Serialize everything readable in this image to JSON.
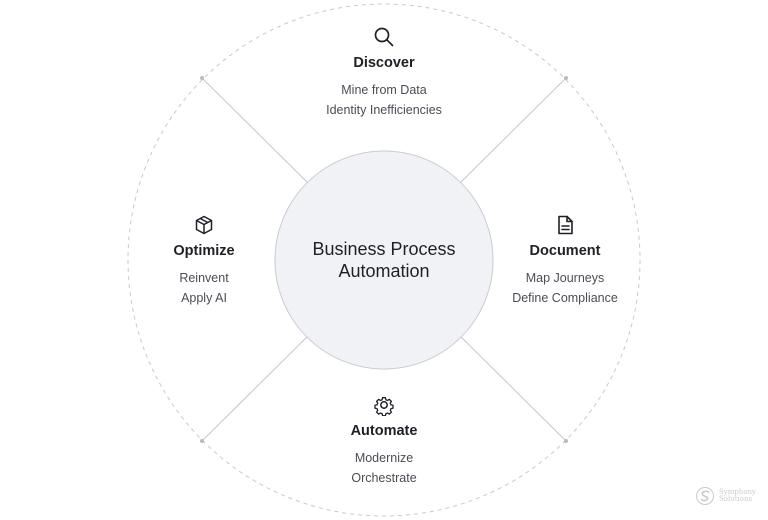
{
  "center": {
    "line1": "Business Process",
    "line2": "Automation"
  },
  "sections": {
    "discover": {
      "icon": "search-icon",
      "title": "Discover",
      "items": [
        "Mine from Data",
        "Identity Inefficiencies"
      ]
    },
    "document": {
      "icon": "document-icon",
      "title": "Document",
      "items": [
        "Map Journeys",
        "Define Compliance"
      ]
    },
    "automate": {
      "icon": "gear-icon",
      "title": "Automate",
      "items": [
        "Modernize",
        "Orchestrate"
      ]
    },
    "optimize": {
      "icon": "cube-icon",
      "title": "Optimize",
      "items": [
        "Reinvent",
        "Apply AI"
      ]
    }
  },
  "watermark": {
    "line1": "Symphony",
    "line2": "Solutions"
  },
  "colors": {
    "center_fill": "#f1f2f6",
    "center_stroke": "#c9cbd3",
    "outer_ring": "#c7c9d0",
    "connector": "#c4c6cd",
    "text_primary": "#1f2026",
    "text_secondary": "#4b4d55"
  }
}
